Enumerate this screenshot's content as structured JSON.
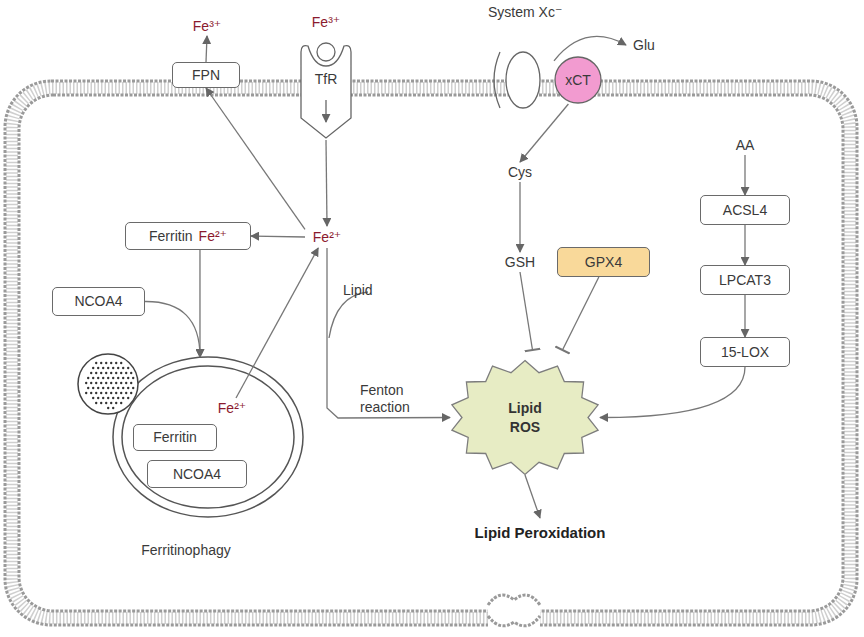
{
  "diagram": {
    "nodes": [
      {
        "text": [
          "Fe³⁺"
        ]
      },
      {
        "text": [
          "FPN"
        ]
      },
      {
        "text": [
          "Fe³⁺"
        ]
      },
      {
        "text": [
          "TfR"
        ]
      },
      {
        "text": [
          "Fe²⁺"
        ]
      },
      {
        "text": [
          "Ferritin",
          "Fe²⁺"
        ]
      },
      {
        "text": [
          "NCOA4"
        ]
      },
      {
        "text": [
          "Ferritinophagy"
        ]
      },
      {
        "text": [
          "Fe²⁺"
        ],
        "in": 7
      },
      {
        "text": [
          "Ferritin"
        ],
        "in": 7
      },
      {
        "text": [
          "NCOA4"
        ],
        "in": 7
      },
      {
        "text": [
          "xCT"
        ]
      },
      {
        "text": [
          "Glu"
        ]
      },
      {
        "text": [
          "Cys"
        ]
      },
      {
        "text": [
          "GSH"
        ]
      },
      {
        "text": [
          "GPX4"
        ]
      },
      {
        "text": [
          "AA"
        ]
      },
      {
        "text": [
          "ACSL4"
        ]
      },
      {
        "text": [
          "LPCAT3"
        ]
      },
      {
        "text": [
          "15-LOX"
        ]
      },
      {
        "text": [
          "Lipid ROS"
        ]
      },
      {
        "text": [
          "Lipid Peroxidation"
        ]
      }
    ],
    "edges": [
      {
        "from": 3,
        "to": 4,
        "arrow": "to"
      },
      {
        "from": 4,
        "to": 1,
        "arrow": "to"
      },
      {
        "from": 1,
        "to": 0,
        "arrow": "to"
      },
      {
        "from": 4,
        "to": 5,
        "arrow": "to"
      },
      {
        "from": 5,
        "to": 7,
        "arrow": "to"
      },
      {
        "from": 6,
        "to": 7,
        "arrow": "to"
      },
      {
        "from": 8,
        "to": 4,
        "arrow": "to"
      },
      {
        "from": 4,
        "to": 20,
        "label": "Fenton reaction",
        "arrow": "to"
      },
      {
        "from": 11,
        "to": 12,
        "arrow": "to"
      },
      {
        "from": 11,
        "to": 13,
        "arrow": "to"
      },
      {
        "from": 13,
        "to": 14,
        "arrow": "to"
      },
      {
        "from": 14,
        "to": 20,
        "arrow": "to"
      },
      {
        "from": 15,
        "to": 20,
        "arrow": "to"
      },
      {
        "from": 16,
        "to": 17,
        "arrow": "to"
      },
      {
        "from": 17,
        "to": 18,
        "arrow": "to"
      },
      {
        "from": 18,
        "to": 19,
        "arrow": "to"
      },
      {
        "from": 19,
        "to": 20,
        "arrow": "to"
      },
      {
        "from": 20,
        "to": 21,
        "arrow": "to"
      }
    ],
    "labels": [
      "System Xc⁻",
      "Lipid"
    ]
  }
}
